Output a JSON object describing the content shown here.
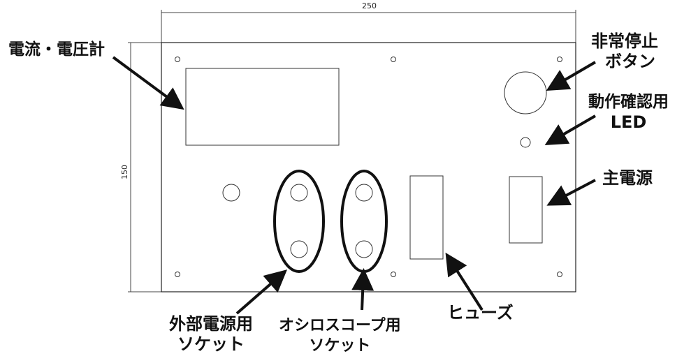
{
  "dimensions": {
    "width": "250",
    "height": "150"
  },
  "labels": {
    "meter": "電流・電圧計",
    "emergency_line1": "非常停止",
    "emergency_line2": "ボタン",
    "led_line1": "動作確認用",
    "led_line2": "LED",
    "main_power": "主電源",
    "fuse": "ヒューズ",
    "ext_socket_line1": "外部電源用",
    "ext_socket_line2": "ソケット",
    "scope_socket_line1": "オシロスコープ用",
    "scope_socket_line2": "ソケット"
  },
  "colors": {
    "line": "#111111",
    "drawing": "#333333"
  }
}
